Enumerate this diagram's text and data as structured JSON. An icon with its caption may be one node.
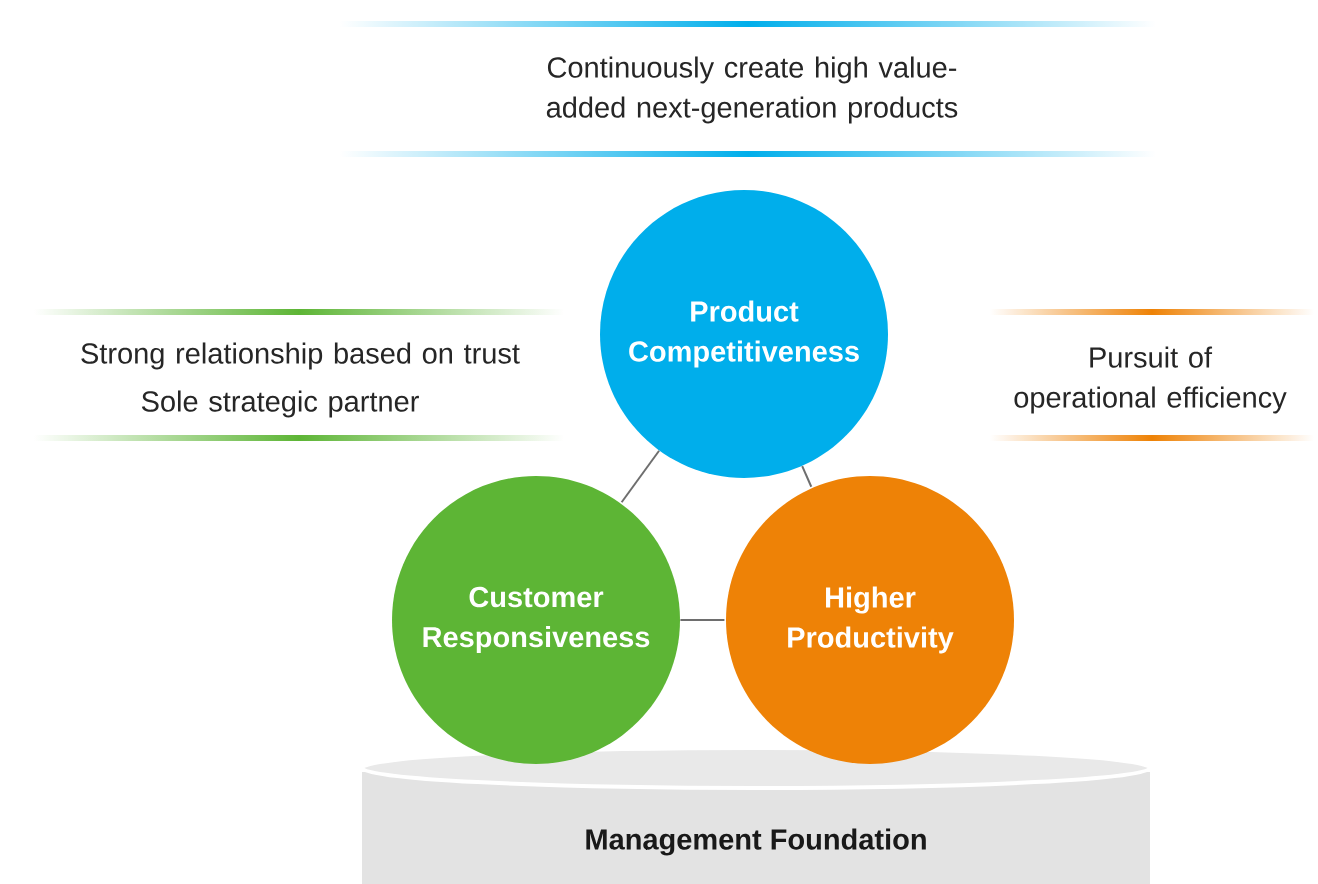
{
  "diagram": {
    "nodes": [
      {
        "text": [
          "Product Competitiveness"
        ]
      },
      {
        "text": [
          "Customer Responsiveness"
        ]
      },
      {
        "text": [
          "Higher Productivity"
        ]
      },
      {
        "text": [
          "Management Foundation"
        ]
      }
    ],
    "edges": [
      {
        "from": 0,
        "to": 1,
        "arrow": "none"
      },
      {
        "from": 0,
        "to": 2,
        "arrow": "none"
      },
      {
        "from": 1,
        "to": 2,
        "arrow": "none"
      }
    ],
    "labels": [
      "Continuously create high value-added next-generation products",
      "Strong relationship based on trust",
      "Sole strategic partner",
      "Pursuit of operational efficiency"
    ]
  }
}
